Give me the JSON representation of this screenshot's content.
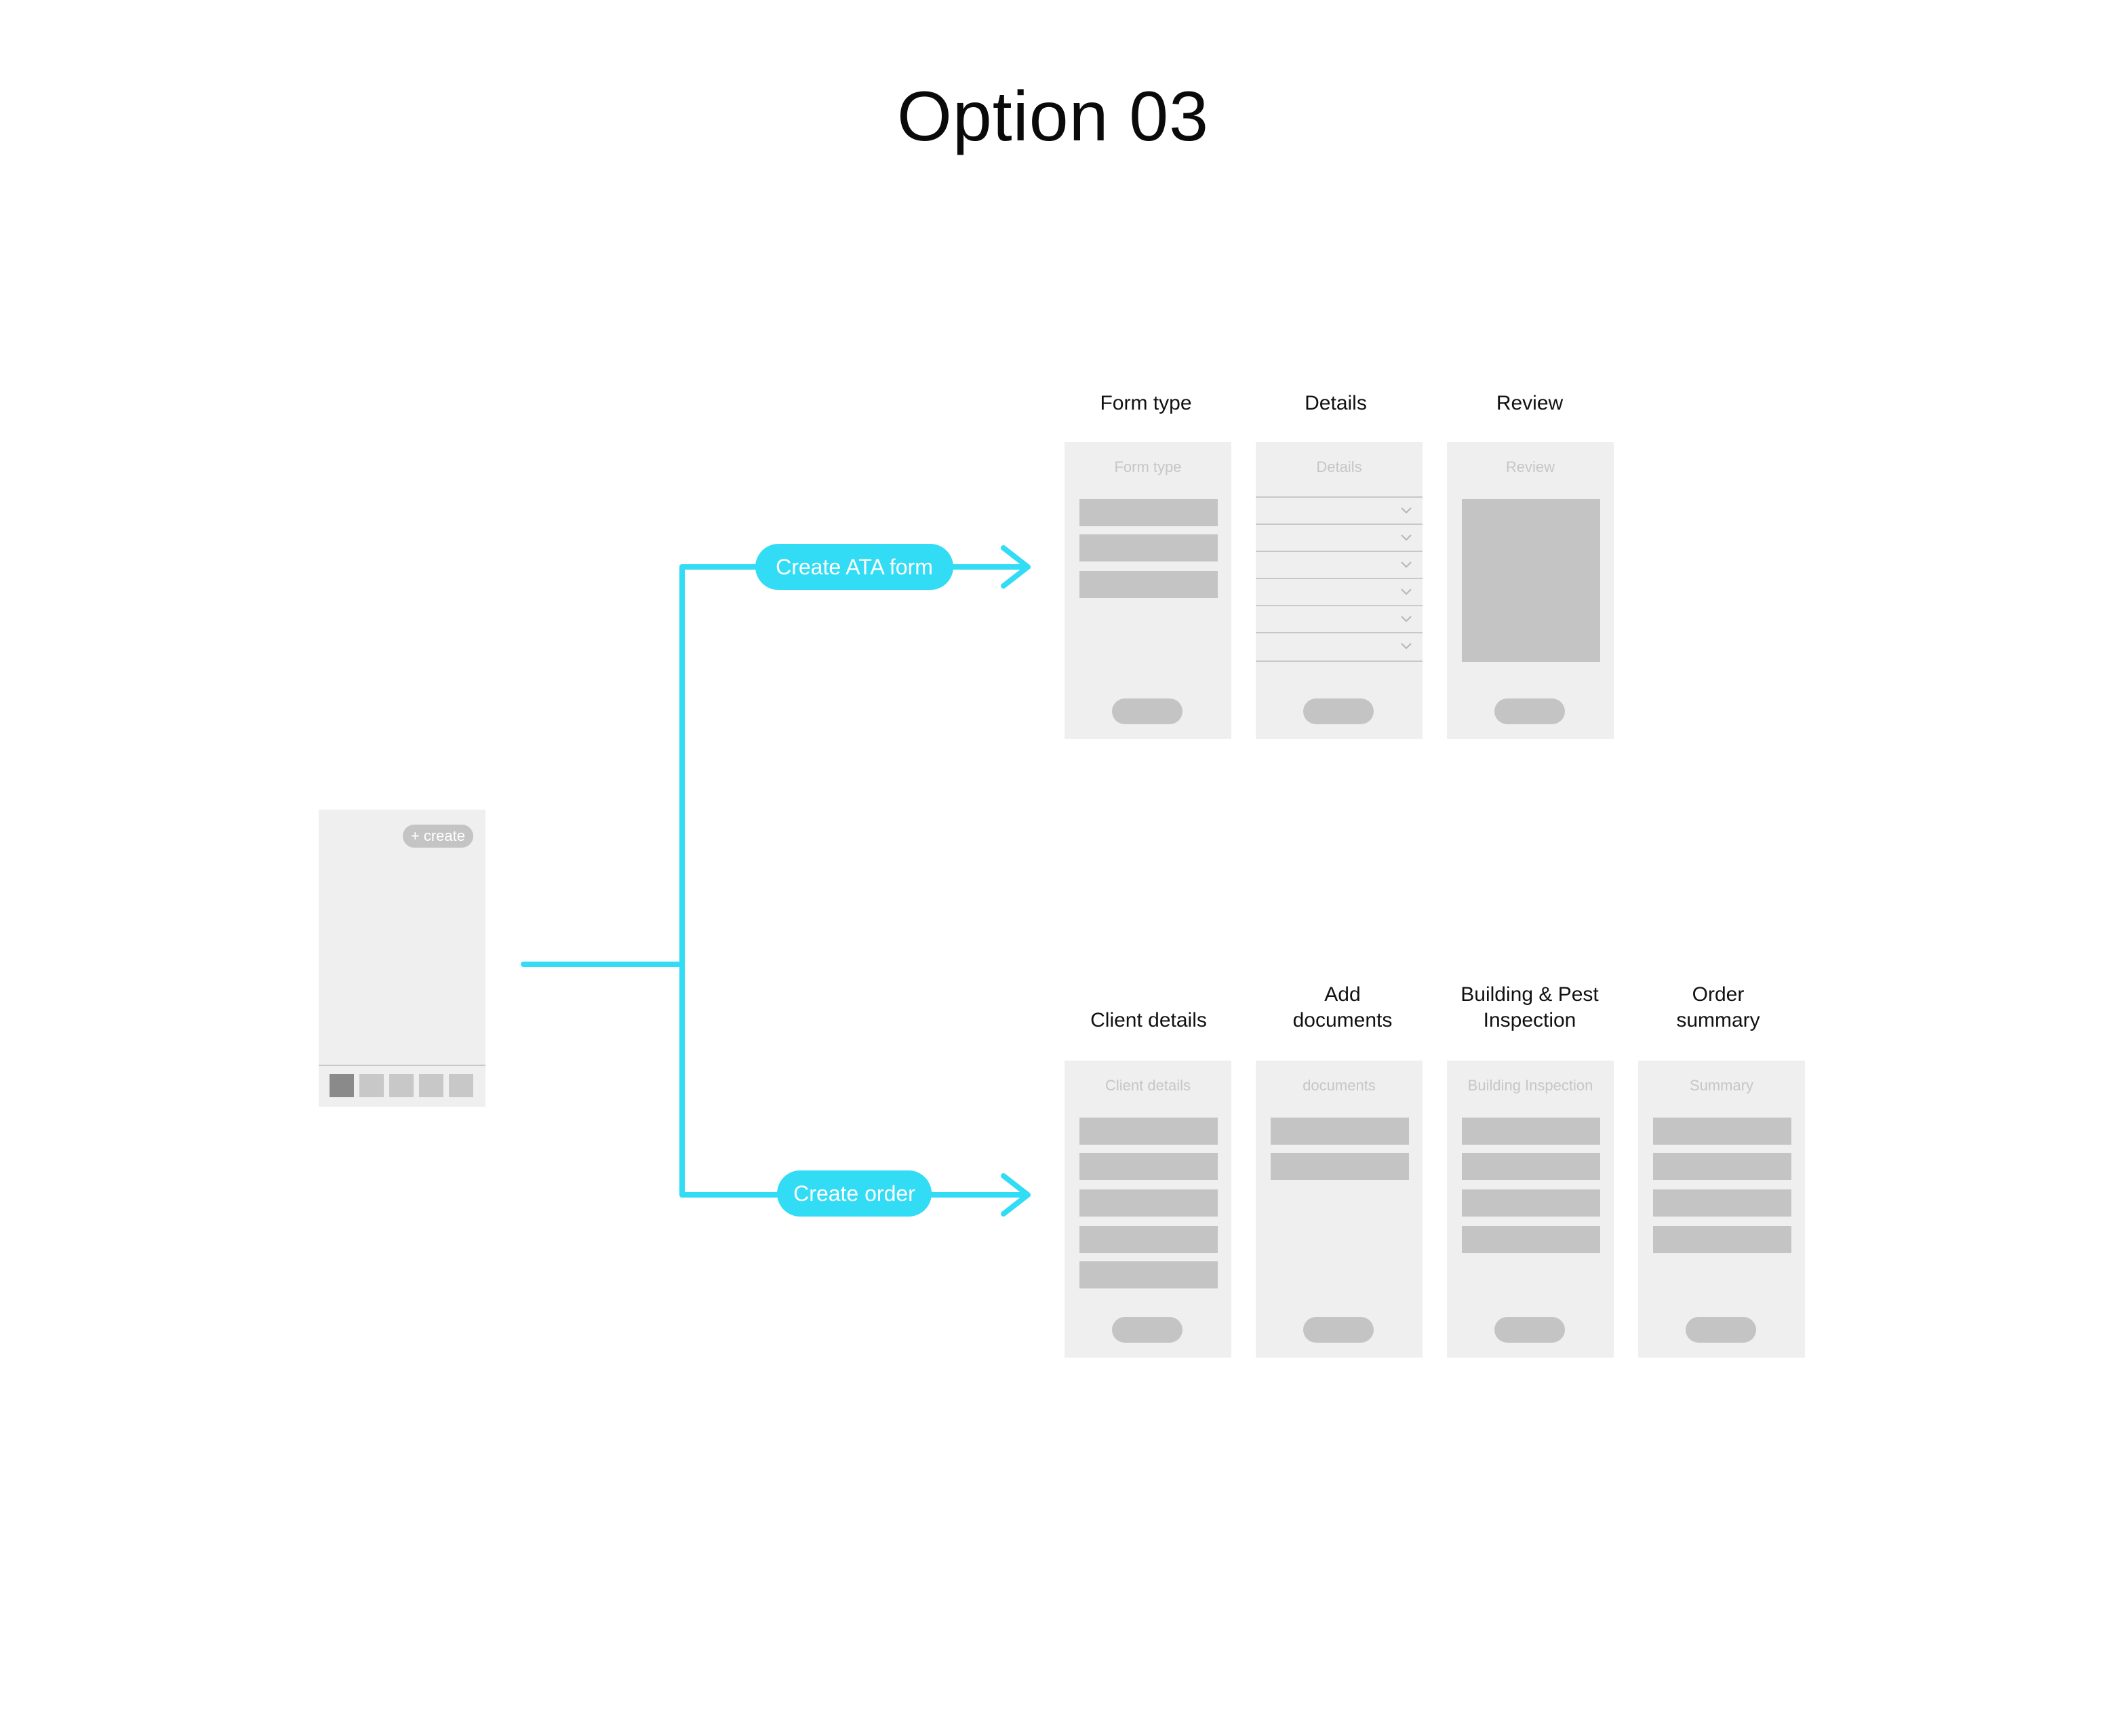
{
  "title": "Option 03",
  "start_screen": {
    "create_label": "+ create"
  },
  "accent_color": "#33dcf5",
  "flows": {
    "ata": {
      "label": "Create ATA form",
      "steps": [
        {
          "label": "Form type",
          "screen_title": "Form type"
        },
        {
          "label": "Details",
          "screen_title": "Details"
        },
        {
          "label": "Review",
          "screen_title": "Review"
        }
      ]
    },
    "order": {
      "label": "Create order",
      "steps": [
        {
          "label": "Client details",
          "screen_title": "Client details"
        },
        {
          "label": "Add\ndocuments",
          "screen_title": "documents"
        },
        {
          "label": "Building & Pest\nInspection",
          "screen_title": "Building Inspection"
        },
        {
          "label": "Order\nsummary",
          "screen_title": "Summary"
        }
      ]
    }
  }
}
